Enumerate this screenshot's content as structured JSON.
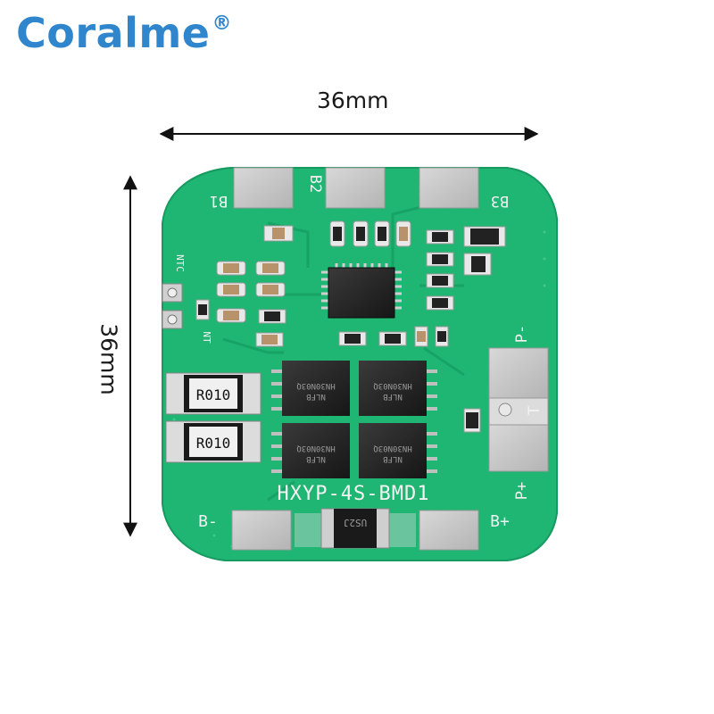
{
  "brand": {
    "name": "Coralme",
    "mark": "®",
    "color": "#2f86cc"
  },
  "dimensions": {
    "width": "36mm",
    "height": "36mm"
  },
  "board": {
    "model": "HXYP-4S-BMD1",
    "pcb_color": "#1fb573",
    "pads": {
      "b1": "B1",
      "b2": "B2",
      "b3": "B3",
      "b_minus": "B-",
      "b_plus": "B+",
      "p_minus": "P-",
      "t": "T",
      "p_plus": "P+"
    },
    "ntc": "NTC",
    "nt": "NT",
    "shunt_resistors": [
      "R010",
      "R010"
    ],
    "mosfet_marking": [
      "HN30N03Q",
      "NLFB"
    ],
    "diode_marking": "US2J"
  }
}
